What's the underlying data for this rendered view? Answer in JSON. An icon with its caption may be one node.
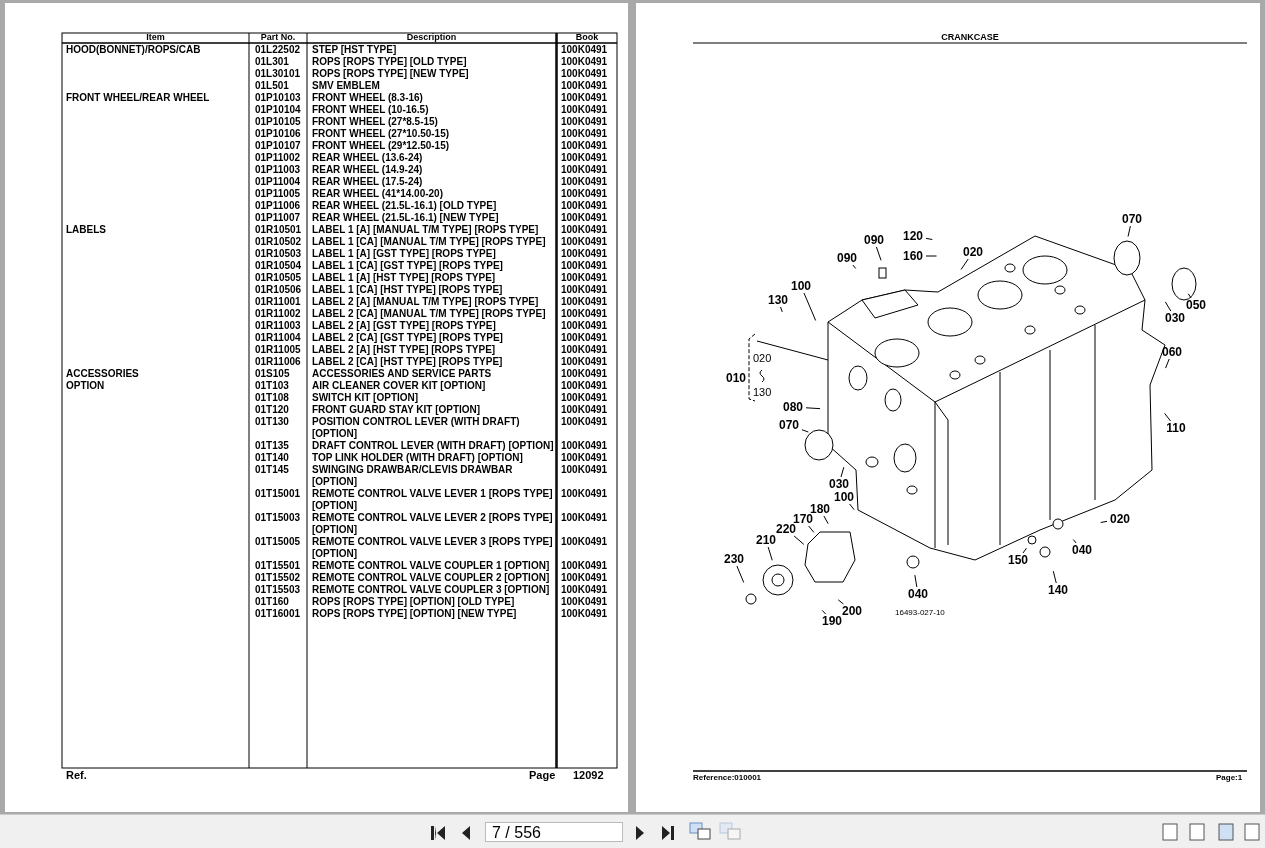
{
  "diagram": {
    "nodes": [
      {
        "text": [
          "070"
        ]
      },
      {
        "text": [
          "120"
        ]
      },
      {
        "text": [
          "090"
        ]
      },
      {
        "text": [
          "020"
        ]
      },
      {
        "text": [
          "160"
        ]
      },
      {
        "text": [
          "090"
        ]
      },
      {
        "text": [
          "100"
        ]
      },
      {
        "text": [
          "050"
        ]
      },
      {
        "text": [
          "130"
        ]
      },
      {
        "text": [
          "030"
        ]
      },
      {
        "text": [
          "060"
        ]
      },
      {
        "text": [
          "010"
        ]
      },
      {
        "text": [
          "080"
        ]
      },
      {
        "text": [
          "070"
        ]
      },
      {
        "text": [
          "110"
        ]
      },
      {
        "text": [
          "030"
        ]
      },
      {
        "text": [
          "100"
        ]
      },
      {
        "text": [
          "180"
        ]
      },
      {
        "text": [
          "170"
        ]
      },
      {
        "text": [
          "220"
        ]
      },
      {
        "text": [
          "210"
        ]
      },
      {
        "text": [
          "020"
        ]
      },
      {
        "text": [
          "040"
        ]
      },
      {
        "text": [
          "150"
        ]
      },
      {
        "text": [
          "230"
        ]
      },
      {
        "text": [
          "040"
        ]
      },
      {
        "text": [
          "140"
        ]
      },
      {
        "text": [
          "200"
        ]
      },
      {
        "text": [
          "190"
        ]
      }
    ],
    "edges": [
      {
        "from": 0,
        "to": null,
        "arrow": "none"
      },
      {
        "from": 1,
        "to": null,
        "arrow": "none"
      },
      {
        "from": 2,
        "to": null,
        "arrow": "none"
      },
      {
        "from": 3,
        "to": null,
        "arrow": "none"
      },
      {
        "from": 4,
        "to": null,
        "arrow": "none"
      },
      {
        "from": 5,
        "to": null,
        "arrow": "none"
      },
      {
        "from": 6,
        "to": null,
        "arrow": "none"
      },
      {
        "from": 7,
        "to": null,
        "arrow": "none"
      },
      {
        "from": 8,
        "to": null,
        "arrow": "none"
      },
      {
        "from": 9,
        "to": null,
        "arrow": "none"
      },
      {
        "from": 10,
        "to": null,
        "arrow": "none"
      },
      {
        "from": 11,
        "to": null,
        "arrow": "none"
      },
      {
        "from": 12,
        "to": null,
        "arrow": "none"
      },
      {
        "from": 13,
        "to": null,
        "arrow": "none"
      },
      {
        "from": 14,
        "to": null,
        "arrow": "none"
      },
      {
        "from": 15,
        "to": null,
        "arrow": "none"
      },
      {
        "from": 16,
        "to": null,
        "arrow": "none"
      },
      {
        "from": 17,
        "to": null,
        "arrow": "none"
      },
      {
        "from": 18,
        "to": null,
        "arrow": "none"
      },
      {
        "from": 19,
        "to": null,
        "arrow": "none"
      },
      {
        "from": 20,
        "to": null,
        "arrow": "none"
      },
      {
        "from": 21,
        "to": null,
        "arrow": "none"
      },
      {
        "from": 22,
        "to": null,
        "arrow": "none"
      },
      {
        "from": 23,
        "to": null,
        "arrow": "none"
      },
      {
        "from": 24,
        "to": null,
        "arrow": "none"
      },
      {
        "from": 25,
        "to": null,
        "arrow": "none"
      },
      {
        "from": 26,
        "to": null,
        "arrow": "none"
      },
      {
        "from": 27,
        "to": null,
        "arrow": "none"
      },
      {
        "from": 28,
        "to": null,
        "arrow": "none"
      }
    ],
    "labels": [
      "Item",
      "Part No.",
      "Description",
      "Book",
      "HOOD(BONNET)/ROPS/CAB",
      "01L22502",
      "STEP [HST TYPE]",
      "100K0491",
      "01L301",
      "ROPS [ROPS TYPE] [OLD TYPE]",
      "100K0491",
      "01L30101",
      "ROPS [ROPS TYPE] [NEW TYPE]",
      "100K0491",
      "01L501",
      "SMV EMBLEM",
      "100K0491",
      "FRONT WHEEL/REAR WHEEL",
      "01P10103",
      "FRONT WHEEL (8.3-16)",
      "100K0491",
      "01P10104",
      "FRONT WHEEL (10-16.5)",
      "100K0491",
      "01P10105",
      "FRONT WHEEL (27*8.5-15)",
      "100K0491",
      "01P10106",
      "FRONT WHEEL (27*10.50-15)",
      "100K0491",
      "01P10107",
      "FRONT WHEEL (29*12.50-15)",
      "100K0491",
      "01P11002",
      "REAR WHEEL (13.6-24)",
      "100K0491",
      "01P11003",
      "REAR WHEEL (14.9-24)",
      "100K0491",
      "01P11004",
      "REAR WHEEL (17.5-24)",
      "100K0491",
      "01P11005",
      "REAR WHEEL (41*14.00-20)",
      "100K0491",
      "01P11006",
      "REAR WHEEL (21.5L-16.1) [OLD TYPE]",
      "100K0491",
      "01P11007",
      "REAR WHEEL (21.5L-16.1) [NEW TYPE]",
      "100K0491",
      "LABELS",
      "01R10501",
      "LABEL 1 [A] [MANUAL T/M TYPE] [ROPS TYPE]",
      "100K0491",
      "01R10502",
      "LABEL 1 [CA] [MANUAL T/M TYPE] [ROPS TYPE]",
      "100K0491",
      "01R10503",
      "LABEL 1 [A] [GST TYPE] [ROPS TYPE]",
      "100K0491",
      "01R10504",
      "LABEL 1 [CA] [GST TYPE] [ROPS TYPE]",
      "100K0491",
      "01R10505",
      "LABEL 1 [A] [HST TYPE] [ROPS TYPE]",
      "100K0491",
      "01R10506",
      "LABEL 1 [CA] [HST TYPE] [ROPS TYPE]",
      "100K0491",
      "01R11001",
      "LABEL 2 [A] [MANUAL T/M TYPE] [ROPS TYPE]",
      "100K0491",
      "01R11002",
      "LABEL 2 [CA] [MANUAL T/M TYPE] [ROPS TYPE]",
      "100K0491",
      "01R11003",
      "LABEL 2 [A] [GST TYPE] [ROPS TYPE]",
      "100K0491",
      "01R11004",
      "LABEL 2 [CA] [GST TYPE] [ROPS TYPE]",
      "100K0491",
      "01R11005",
      "LABEL 2 [A] [HST TYPE] [ROPS TYPE]",
      "100K0491",
      "01R11006",
      "LABEL 2 [CA] [HST TYPE] [ROPS TYPE]",
      "100K0491",
      "ACCESSORIES",
      "01S105",
      "ACCESSORIES AND SERVICE PARTS",
      "100K0491",
      "OPTION",
      "01T103",
      "AIR CLEANER COVER KIT [OPTION]",
      "100K0491",
      "01T108",
      "SWITCH KIT [OPTION]",
      "100K0491",
      "01T120",
      "FRONT GUARD STAY KIT [OPTION]",
      "100K0491",
      "01T130",
      "POSITION CONTROL LEVER (WITH DRAFT) [OPTION]",
      "100K0491",
      "01T135",
      "DRAFT CONTROL LEVER (WITH DRAFT) [OPTION]",
      "100K0491",
      "01T140",
      "TOP LINK HOLDER (WITH DRAFT) [OPTION]",
      "100K0491",
      "01T145",
      "SWINGING DRAWBAR/CLEVIS DRAWBAR [OPTION]",
      "100K0491",
      "01T15001",
      "REMOTE CONTROL VALVE LEVER 1 [ROPS TYPE] [OPTION]",
      "100K0491",
      "01T15003",
      "REMOTE CONTROL VALVE LEVER 2 [ROPS TYPE] [OPTION]",
      "100K0491",
      "01T15005",
      "REMOTE CONTROL VALVE LEVER 3 [ROPS TYPE] [OPTION]",
      "100K0491",
      "01T15501",
      "REMOTE CONTROL VALVE COUPLER 1 [OPTION]",
      "100K0491",
      "01T15502",
      "REMOTE CONTROL VALVE COUPLER 2 [OPTION]",
      "100K0491",
      "01T15503",
      "REMOTE CONTROL VALVE COUPLER 3 [OPTION]",
      "100K0491",
      "01T160",
      "ROPS [ROPS TYPE] [OPTION] [OLD TYPE]",
      "100K0491",
      "01T16001",
      "ROPS [ROPS TYPE] [OPTION] [NEW TYPE]",
      "100K0491",
      "Ref.",
      "Page",
      "12092",
      "CRANKCASE",
      "020",
      "130",
      "16493-027-10",
      "Reference:010001",
      "Page:1",
      "7 / 556"
    ]
  }
}
